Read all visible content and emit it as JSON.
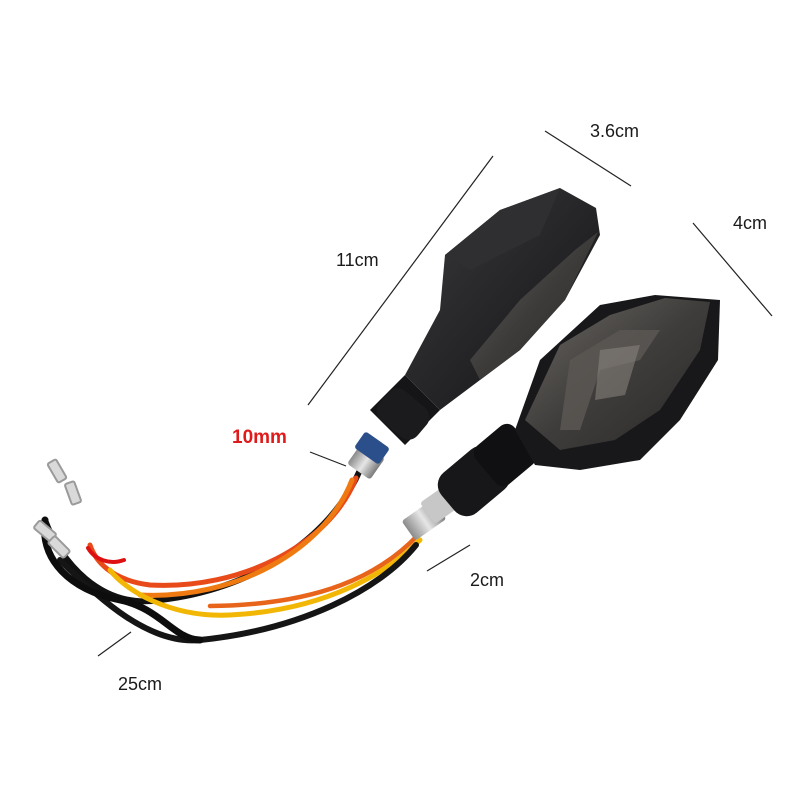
{
  "labels": {
    "length_11cm": "11cm",
    "width_36cm": "3.6cm",
    "width_4cm": "4cm",
    "thread_10mm": "10mm",
    "bolt_2cm": "2cm",
    "cable_25cm": "25cm"
  },
  "colors": {
    "background": "#ffffff",
    "housing": "#1c1c1e",
    "lens_smoke": "#4a4845",
    "wire_red": "#e84a1a",
    "wire_yellow": "#f2b705",
    "wire_black": "#111111",
    "accent_red_text": "#e01a1a"
  }
}
